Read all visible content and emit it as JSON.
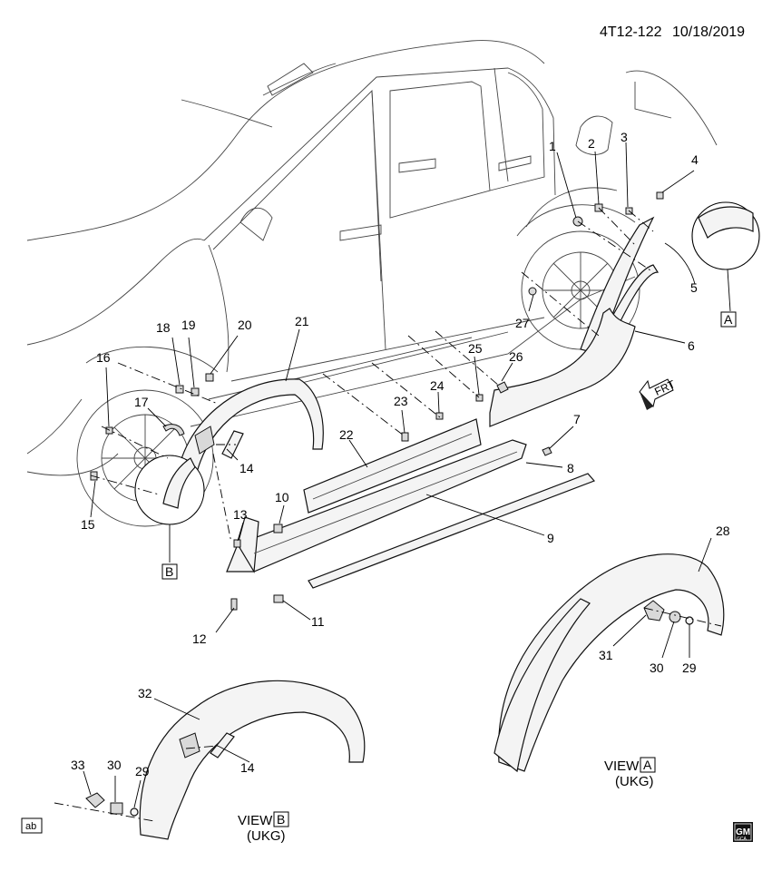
{
  "header": {
    "doc_id": "4T12-122",
    "date": "10/18/2019"
  },
  "callouts": [
    "1",
    "2",
    "3",
    "4",
    "5",
    "6",
    "7",
    "8",
    "9",
    "10",
    "11",
    "12",
    "13",
    "14",
    "15",
    "16",
    "17",
    "18",
    "19",
    "20",
    "21",
    "22",
    "23",
    "24",
    "25",
    "26",
    "27",
    "28",
    "29",
    "30",
    "31",
    "32",
    "33"
  ],
  "boxed_labels": {
    "a": "A",
    "b": "B"
  },
  "views": {
    "a": {
      "prefix": "VIEW",
      "ref": "A",
      "market": "(UKG)"
    },
    "b": {
      "prefix": "VIEW",
      "ref": "B",
      "market": "(UKG)"
    }
  },
  "arrow_label": "FRT",
  "badge_ab": "ab",
  "logo": {
    "top": "GM",
    "bottom": "GCA"
  }
}
